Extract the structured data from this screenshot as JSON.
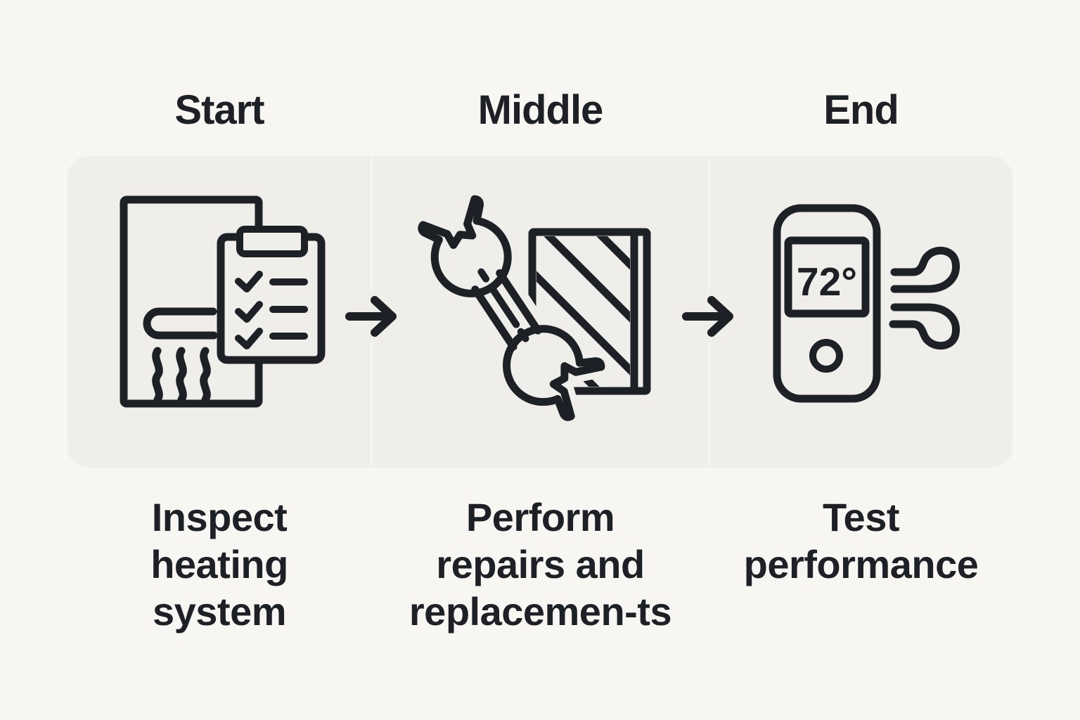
{
  "steps": [
    {
      "header": "Start",
      "icon": "furnace-checklist-icon",
      "caption_lines": [
        "Inspect",
        "heating",
        "system"
      ]
    },
    {
      "header": "Middle",
      "icon": "wrench-air-filter-icon",
      "caption_lines": [
        "Perform",
        "repairs and",
        "replacemen-ts"
      ]
    },
    {
      "header": "End",
      "icon": "thermostat-airflow-icon",
      "caption_lines": [
        "Test",
        "performance"
      ]
    }
  ],
  "thermostat_display": "72°",
  "connector_icon": "arrow-right-icon",
  "colors": {
    "background": "#f8f6f3",
    "panel": "#efeeeb",
    "ink": "#1d2025",
    "divider": "#f6f5f2"
  }
}
